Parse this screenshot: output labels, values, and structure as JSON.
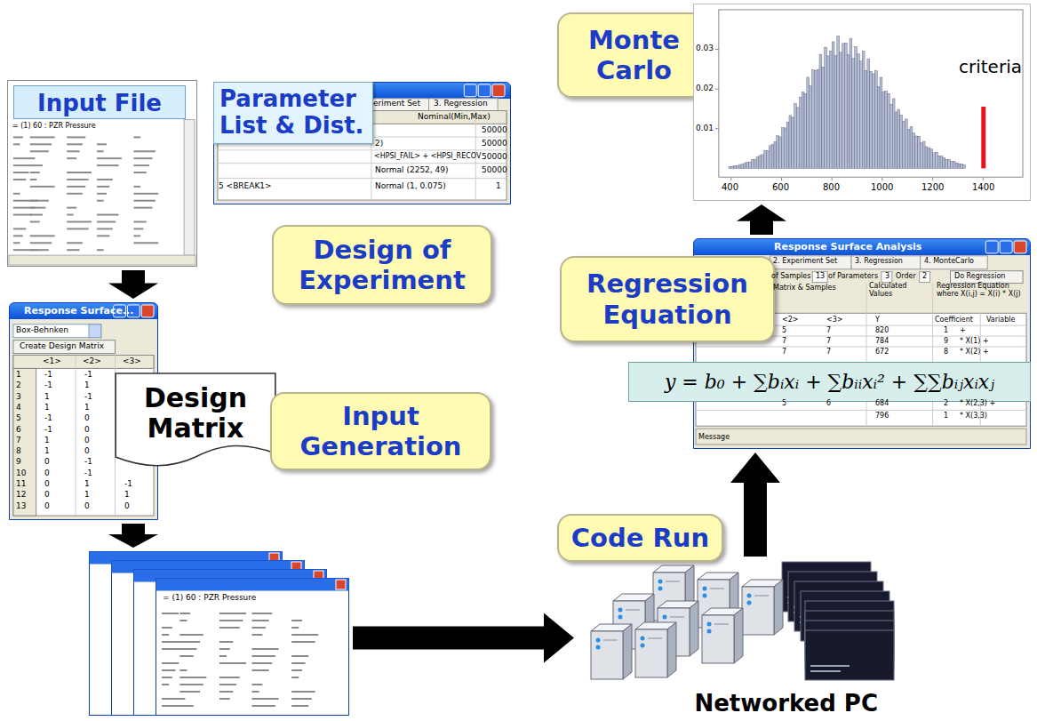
{
  "diagram": {
    "nodes": [
      {
        "text": [
          "Input File"
        ]
      },
      {
        "text": [
          "Parameter List & Dist."
        ]
      },
      {
        "text": [
          "Design of Experiment"
        ]
      },
      {
        "text": [
          "Response Surface..."
        ]
      },
      {
        "text": [
          "Design Matrix"
        ]
      },
      {
        "text": [
          "Input Generation"
        ]
      },
      {
        "text": [
          "= (1) 60 : PZR Pressure"
        ]
      },
      {
        "text": [
          "Code Run"
        ]
      },
      {
        "text": [
          "Networked PC"
        ]
      },
      {
        "text": [
          "Response Surface Analysis"
        ]
      },
      {
        "text": [
          "Regression Equation"
        ]
      },
      {
        "text": [
          "y = b₀ + ∑bᵢxᵢ + ∑bᵢᵢxᵢ² + ∑∑bᵢⱼxᵢxⱼ"
        ]
      },
      {
        "text": [
          "Monte Carlo"
        ]
      },
      {
        "text": [
          "criteria"
        ]
      }
    ],
    "edges": [
      {
        "from": 0,
        "to": 3,
        "arrow": "to"
      },
      {
        "from": 3,
        "to": 6,
        "arrow": "to"
      },
      {
        "from": 6,
        "to": 8,
        "arrow": "to"
      },
      {
        "from": 8,
        "to": 9,
        "arrow": "to"
      },
      {
        "from": 9,
        "to": 13,
        "arrow": "to"
      }
    ],
    "labels": [
      "eriment Set",
      "3. Regression",
      "Nominal(Min,Max)",
      "50000",
      "2)",
      "50000",
      "<HPSI_FAIL> + <HPSI_RECOV",
      "50000",
      "Normal (2252, 49)",
      "50000",
      "5 <BREAK1>",
      "Normal (1, 0.075)",
      "1",
      "= (1) 60 : PZR Pressure",
      "Box-Behnken",
      "Create Design Matrix",
      "<1>",
      "<2>",
      "<3>",
      "1",
      "-1",
      "-1",
      "2",
      "-1",
      "1",
      "3",
      "1",
      "-1",
      "4",
      "1",
      "1",
      "5",
      "-1",
      "0",
      "6",
      "-1",
      "0",
      "7",
      "1",
      "0",
      "8",
      "1",
      "0",
      "9",
      "0",
      "-1",
      "10",
      "0",
      "-1",
      "11",
      "0",
      "1",
      "12",
      "0",
      "1",
      "13",
      "0",
      "0",
      "-1",
      "1",
      "0",
      "2. Experiment Set",
      "3. Regression",
      "4. MonteCarlo",
      "of Samples",
      "13",
      "of Parameters",
      "3",
      "Order",
      "2",
      "Do Regression",
      "Matrix & Samples",
      "Calculated Values",
      "Regression Equation where X(i,j) = X(i) * X(j)",
      "<2>",
      "<3>",
      "Y",
      "Coefficient",
      "Variable",
      "5",
      "7",
      "820",
      "1",
      "+",
      "7",
      "7",
      "784",
      "9",
      "* X(1) +",
      "7",
      "7",
      "672",
      "8",
      "* X(2) +",
      "5",
      "6",
      "684",
      "2",
      "* X(2,3) +",
      "796",
      "1",
      "* X(3,3)",
      "Message",
      "0.03",
      "0.02",
      "0.01",
      "400",
      "600",
      "800",
      "1000",
      "1200",
      "1400"
    ]
  }
}
